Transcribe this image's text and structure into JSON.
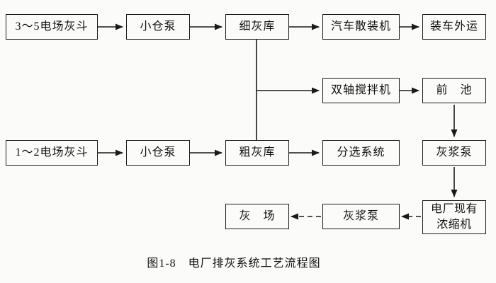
{
  "diagram": {
    "caption": "图1-8　电厂排灰系统工艺流程图",
    "nodes": {
      "hopper35": "3～5电场灰斗",
      "pump_top": "小仓泵",
      "fine_silo": "细灰库",
      "truck_bulk_loader": "汽车散装机",
      "load_outbound": "装车外运",
      "twin_shaft_mixer": "双轴搅拌机",
      "front_pool": "前　池",
      "hopper12": "1～2电场灰斗",
      "pump_bottom": "小仓泵",
      "coarse_silo": "粗灰库",
      "sorting_system": "分选系统",
      "slurry_pump_right": "灰浆泵",
      "ash_yard": "灰　场",
      "slurry_pump_mid": "灰浆泵",
      "thickener_line1": "电厂现有",
      "thickener_line2": "浓缩机"
    },
    "colors": {
      "line": "#1a1a1a",
      "border": "#1c1c1c",
      "background": "#fbfbfa"
    }
  }
}
